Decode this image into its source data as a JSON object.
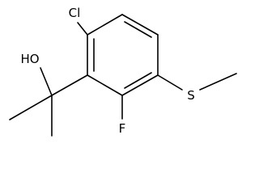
{
  "molecule": {
    "atoms": {
      "chlorine": "Cl",
      "hydroxyl": "HO",
      "fluorine": "F",
      "sulfur": "S"
    },
    "colors": {
      "bond": "#000000",
      "label": "#000000",
      "background": "#ffffff"
    }
  }
}
